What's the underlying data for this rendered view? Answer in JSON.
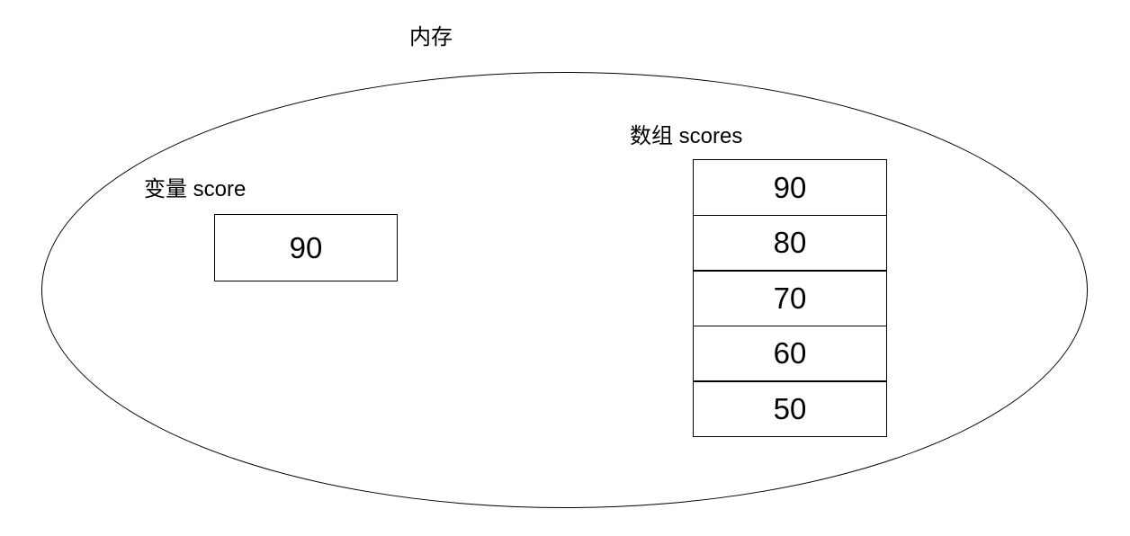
{
  "diagram": {
    "title": "内存",
    "variable": {
      "label": "变量 score",
      "value": "90"
    },
    "array": {
      "label": "数组 scores",
      "cells": [
        "90",
        "80",
        "70",
        "60",
        "50"
      ]
    },
    "colors": {
      "line": "#000000",
      "background": "#ffffff",
      "text": "#000000"
    }
  }
}
